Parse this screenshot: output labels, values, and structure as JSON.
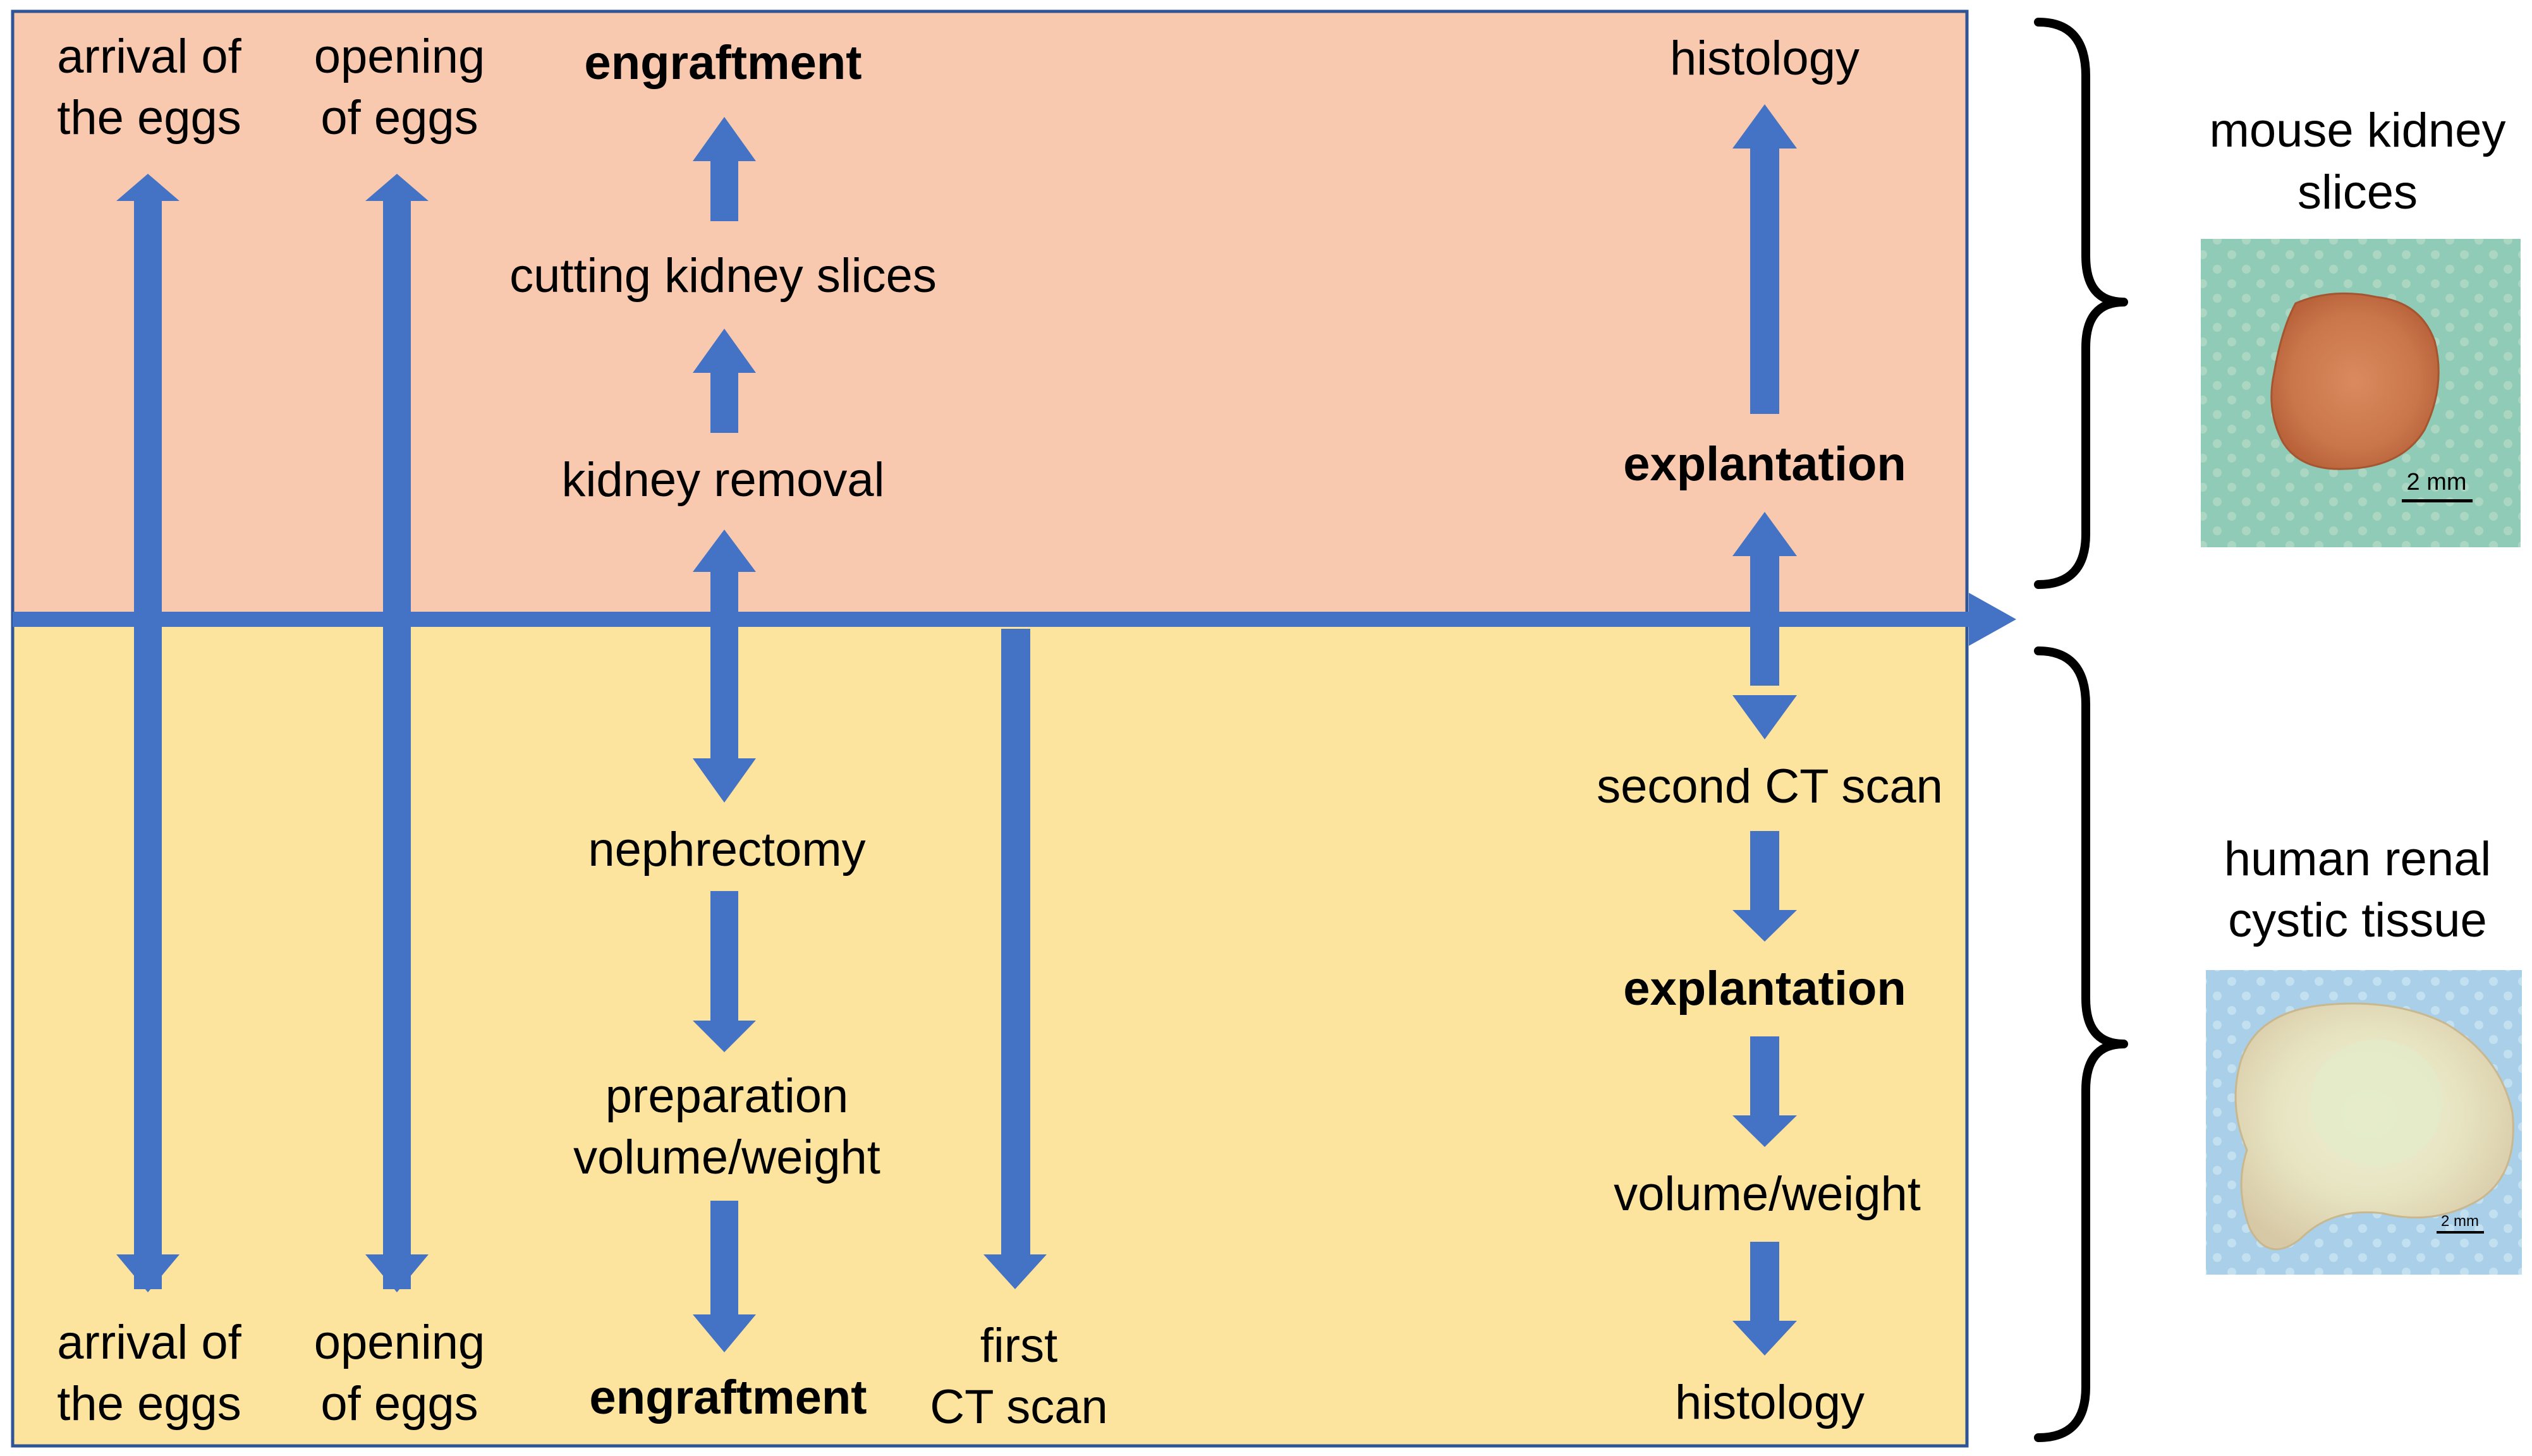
{
  "colors": {
    "mouse_panel": "#f8c9ae",
    "human_panel": "#fde49e",
    "panel_border": "#2f5597",
    "arrow": "#4472c4",
    "bracket": "#000000"
  },
  "mouse": {
    "label_line1": "mouse kidney",
    "label_line2": "slices",
    "scale_label": "2 mm",
    "arrival_line1": "arrival of",
    "arrival_line2": "the eggs",
    "opening_line1": "opening",
    "opening_line2": "of eggs",
    "engraftment": "engraftment",
    "cutting": "cutting kidney slices",
    "kidney_removal": "kidney removal",
    "histology": "histology",
    "explantation": "explantation"
  },
  "human": {
    "label_line1": "human renal",
    "label_line2": "cystic tissue",
    "scale_label": "2 mm",
    "arrival_line1": "arrival of",
    "arrival_line2": "the eggs",
    "opening_line1": "opening",
    "opening_line2": "of eggs",
    "engraftment": "engraftment",
    "nephrectomy": "nephrectomy",
    "preparation_line1": "preparation",
    "preparation_line2": "volume/weight",
    "first_ct_line1": "first",
    "first_ct_line2": "CT scan",
    "second_ct": "second CT scan",
    "explantation": "explantation",
    "volume_weight": "volume/weight",
    "histology": "histology"
  }
}
